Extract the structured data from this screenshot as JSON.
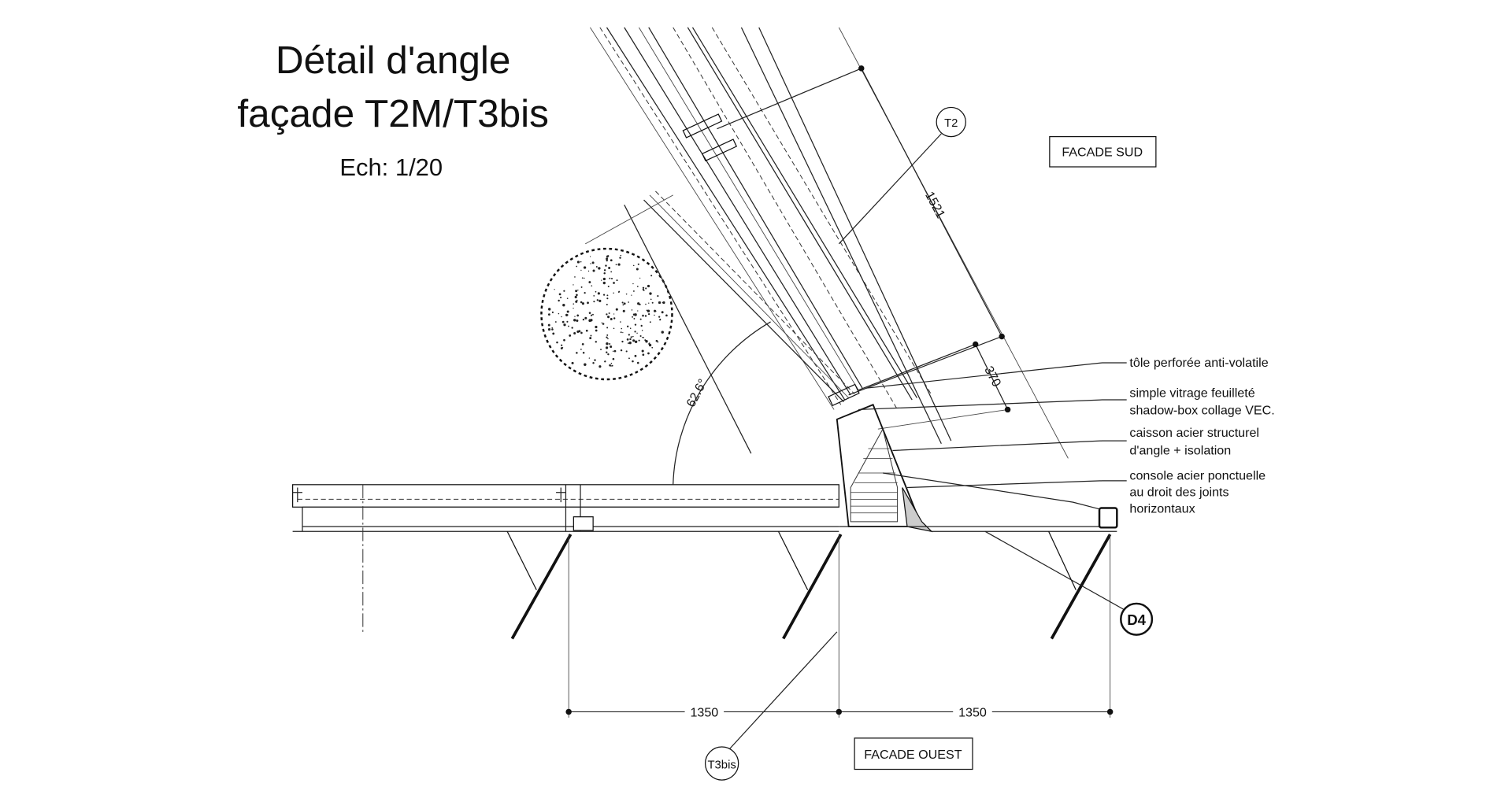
{
  "title": {
    "line1": "Détail d'angle",
    "line2": "façade T2M/T3bis",
    "scale": "Ech: 1/20"
  },
  "labels": {
    "facade_sud": "FACADE SUD",
    "facade_ouest": "FACADE OUEST"
  },
  "tags": {
    "t2": "T2",
    "t3bis": "T3bis",
    "d4": "D4"
  },
  "dimensions": {
    "inclined_length": "1521",
    "offset": "370",
    "angle": "62.6°",
    "span_left": "1350",
    "span_right": "1350"
  },
  "annotations": [
    {
      "lines": [
        "tôle perforée anti-volatile"
      ]
    },
    {
      "lines": [
        "simple vitrage feuilleté",
        "shadow-box collage VEC."
      ]
    },
    {
      "lines": [
        "caisson acier structurel",
        "d'angle + isolation"
      ]
    },
    {
      "lines": [
        "console acier ponctuelle",
        "au droit des joints",
        "horizontaux"
      ]
    }
  ]
}
